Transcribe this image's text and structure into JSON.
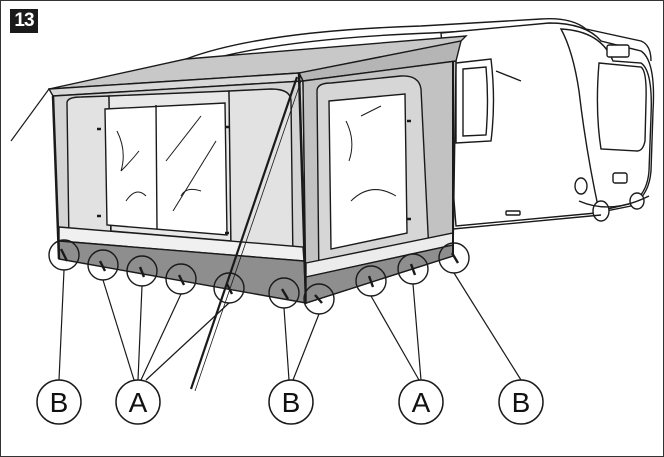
{
  "step": {
    "number": "13"
  },
  "labels": {
    "b1": "B",
    "a1": "A",
    "b2": "B",
    "a2": "A",
    "b3": "B"
  },
  "colors": {
    "tent_light": "#d4d4d4",
    "tent_mid": "#bdbdbd",
    "tent_dark": "#8e8e8e",
    "stripe": "#eeeeee",
    "window": "#ffffff",
    "outline": "#1a1a1a"
  }
}
